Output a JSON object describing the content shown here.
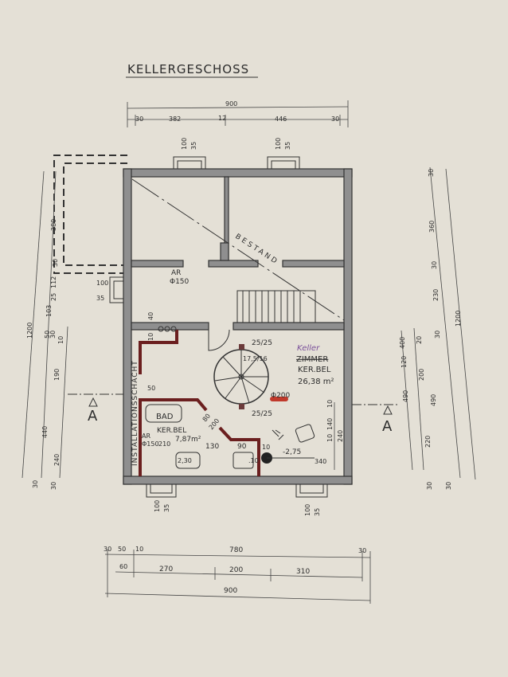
{
  "title": "KELLERGESCHOSS",
  "top_dims": {
    "total": "900",
    "parts": [
      "30",
      "382",
      "12",
      "446",
      "30"
    ]
  },
  "windows": {
    "top_left": [
      "100",
      "35"
    ],
    "top_right": [
      "100",
      "35"
    ],
    "bottom_left": [
      "100",
      "35"
    ],
    "bottom_right": [
      "100",
      "35"
    ],
    "left": [
      "100",
      "35"
    ]
  },
  "labels": {
    "bestand": "BESTAND",
    "ar_top": "AR",
    "ar_top_dia": "Φ150",
    "shaft": "INSTALLATIONSSCHACHT",
    "column_top": "25/25",
    "column_bottom": "25/25",
    "stair_ratio": "17,5/16",
    "keller_handwritten": "Keller",
    "zimmer_struck": "ZIMMER",
    "room_use": "KER.BEL",
    "room_area": "26,38 m²",
    "stair_dia": "Φ200",
    "bad": "BAD",
    "bad_use": "KER.BEL",
    "bad_area": "7,87m²",
    "ar_bad": "AR",
    "ar_bad_dia": "Φ150",
    "bad_210": "210",
    "bad_130": "130",
    "bad_90": "90",
    "bad_80": "80",
    "bad_200": "200",
    "bad_230": "2,30",
    "bad_10a": ".10",
    "bad_10b": "10",
    "level": "-2,75",
    "dim_340": "340",
    "inner_10a": "10",
    "inner_140": "140",
    "inner_10b": "10",
    "inner_240": "240",
    "shaft_40": "40",
    "shaft_10": "10",
    "shaft_50": "50",
    "section_left": "A",
    "section_right": "A"
  },
  "left_dims": {
    "total": "1200",
    "d380": "380",
    "d30a": "30",
    "d112": "112",
    "d25": "25",
    "d103": "103",
    "d50": "50",
    "d30b": "30",
    "d10": "10",
    "d190": "190",
    "d440": "440",
    "d240": "240",
    "d30c": "30",
    "d30d": "30"
  },
  "right_dims": {
    "d30a": "30",
    "d360": "360",
    "d30b": "30",
    "d230": "230",
    "total": "1200",
    "d30c": "30",
    "d400": "400",
    "d120": "120",
    "d20": "20",
    "d490a": "490",
    "d200": "200",
    "d490b": "490",
    "d220": "220",
    "d30d": "30",
    "d30e": "30"
  },
  "bottom_dims": {
    "row1": [
      "30",
      "50",
      "10",
      "780",
      "30"
    ],
    "row2": [
      "60",
      "270",
      "200",
      "310"
    ],
    "total": "900"
  },
  "colors": {
    "paper": "#e4e0d6",
    "wall": "#8f8f8f",
    "bath_wall": "#6b1f1f",
    "handwriting": "#7a4f9a",
    "highlight": "#c0392b"
  }
}
